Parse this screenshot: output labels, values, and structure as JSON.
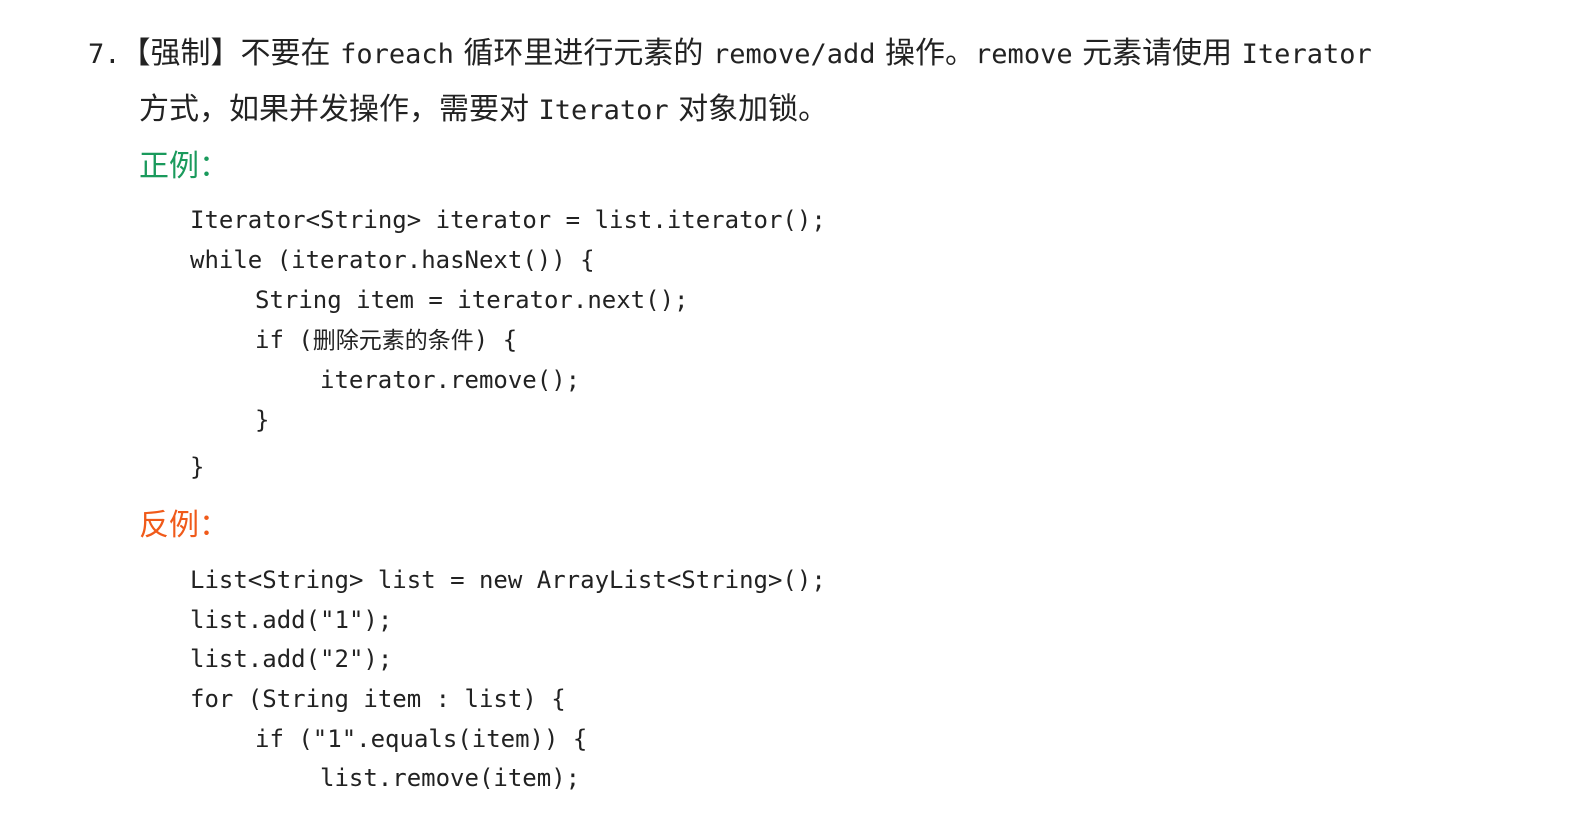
{
  "rule": {
    "number": "7.",
    "tag": "【强制】",
    "text_1": "不要在 ",
    "code_foreach": "foreach",
    "text_2": " 循环里进行元素的 ",
    "code_remove_add": "remove/add",
    "text_3": " 操作。",
    "code_remove": "remove",
    "text_4": " 元素请使用 ",
    "code_iterator_1": "Iterator",
    "text_5": "方式，如果并发操作，需要对 ",
    "code_iterator_2": "Iterator",
    "text_6": " 对象加锁。"
  },
  "good_example": {
    "label": "正例：",
    "color": "#1a9a5c",
    "lines": [
      "Iterator<String> iterator = list.iterator();",
      "while (iterator.hasNext()) {",
      "String item = iterator.next();",
      "if (",
      "删除元素的条件",
      ") {",
      "iterator.remove();",
      "}",
      "}"
    ]
  },
  "bad_example": {
    "label": "反例：",
    "color": "#f05a1a",
    "lines": [
      "List<String> list = new ArrayList<String>();",
      "list.add(\"1\");",
      "list.add(\"2\");",
      "for (String item : list) {",
      "if (\"1\".equals(item)) {",
      "list.remove(item);"
    ]
  }
}
